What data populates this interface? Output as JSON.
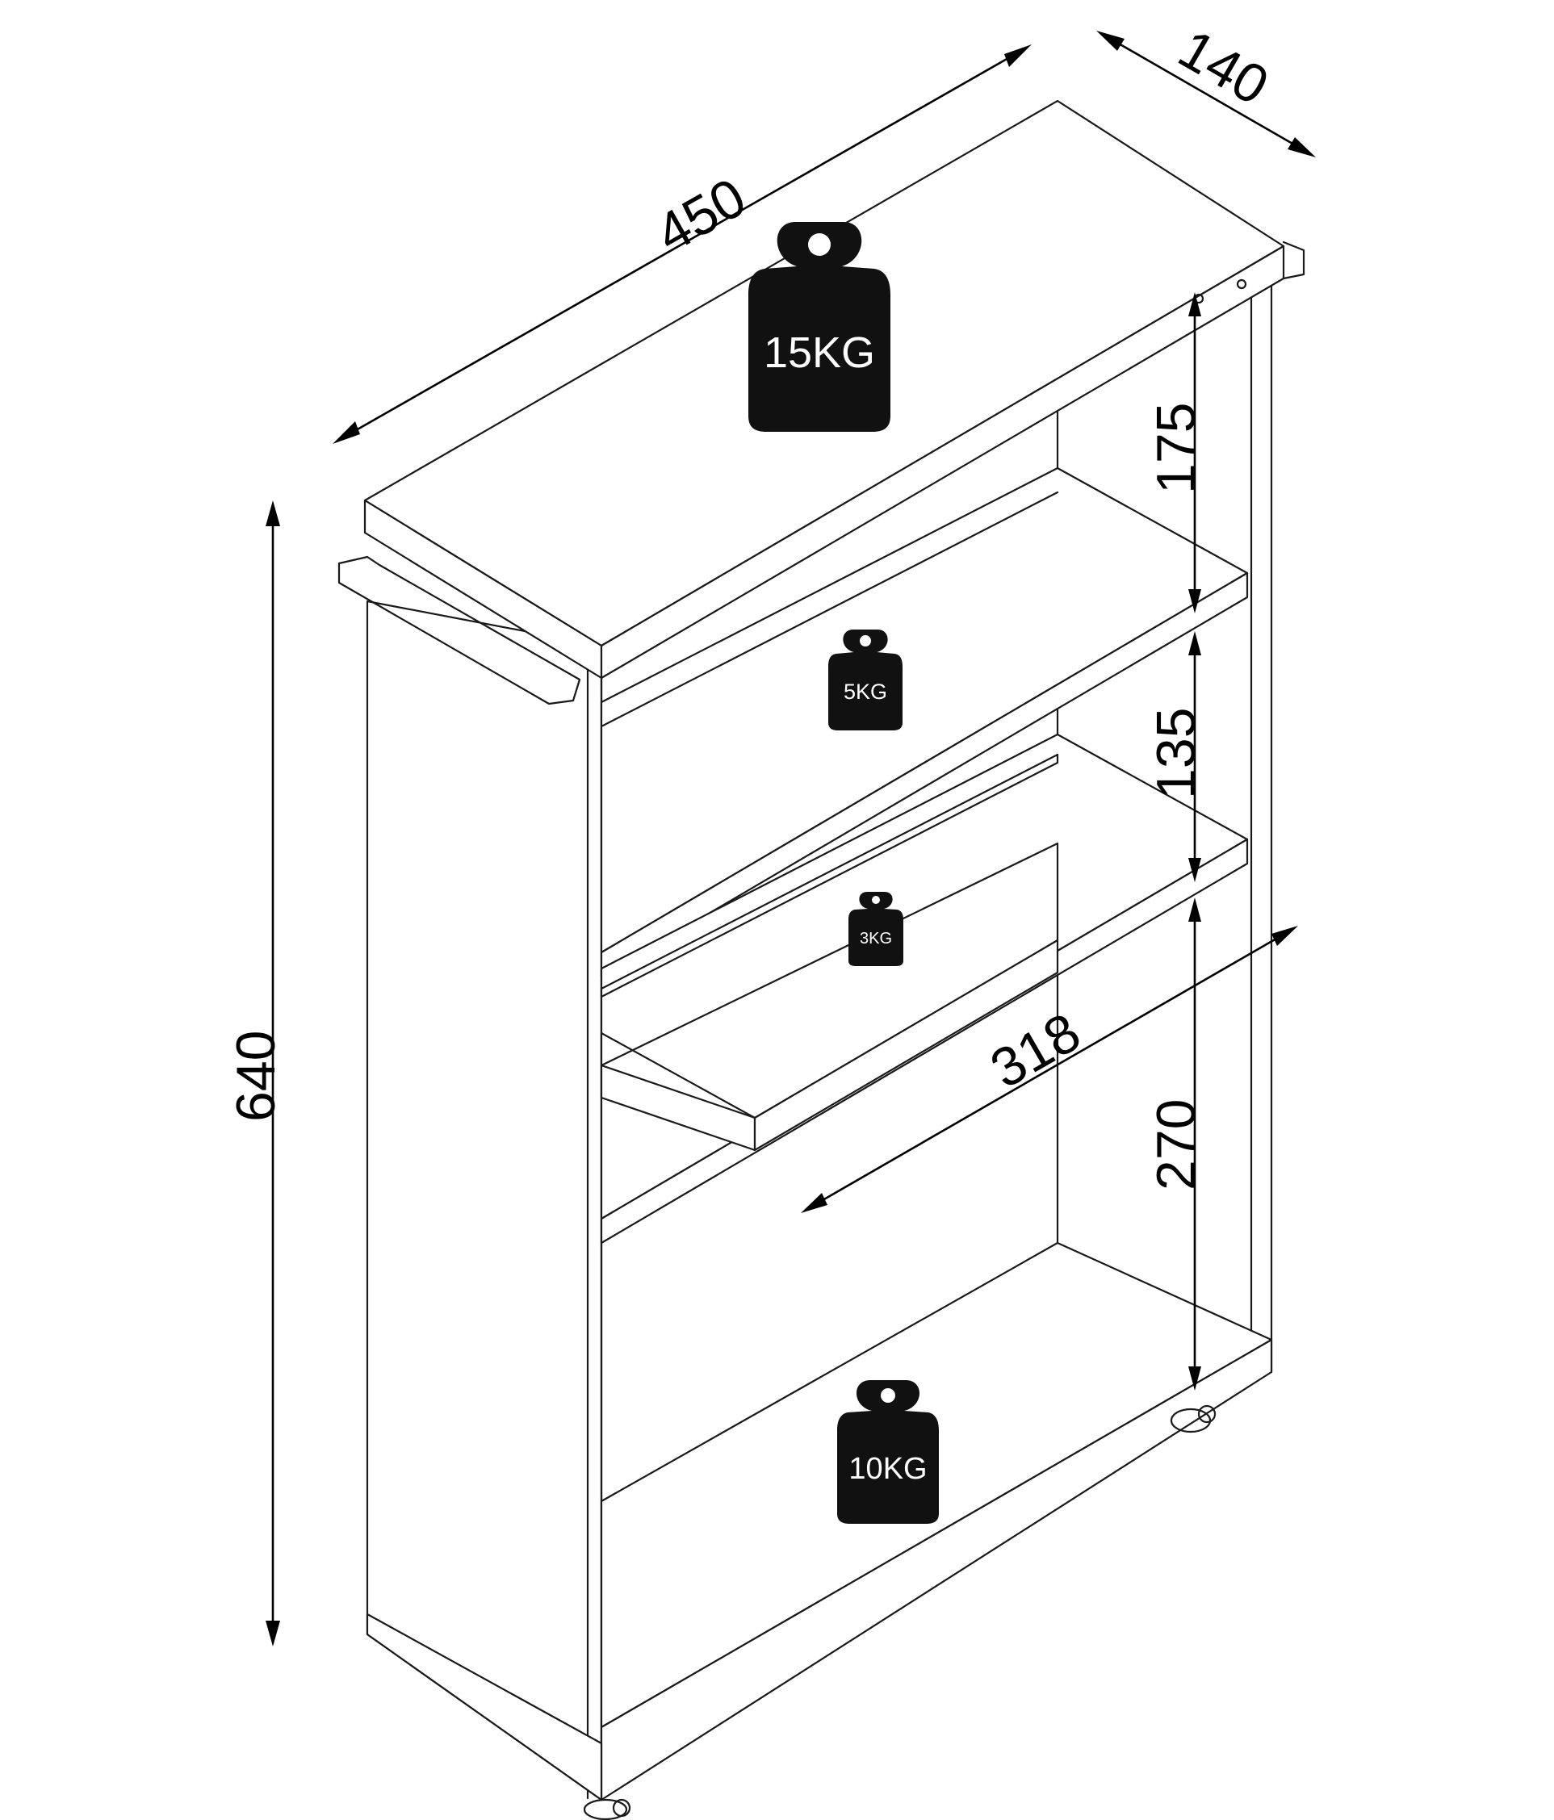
{
  "dimensions": {
    "width": "450",
    "depth": "140",
    "height": "640",
    "shelf_width": "318",
    "gap_top": "175",
    "gap_middle": "135",
    "gap_bottom": "270"
  },
  "load_ratings": {
    "top": "15KG",
    "upper_shelf": "5KG",
    "lower_shelf": "3KG",
    "bottom": "10KG"
  }
}
